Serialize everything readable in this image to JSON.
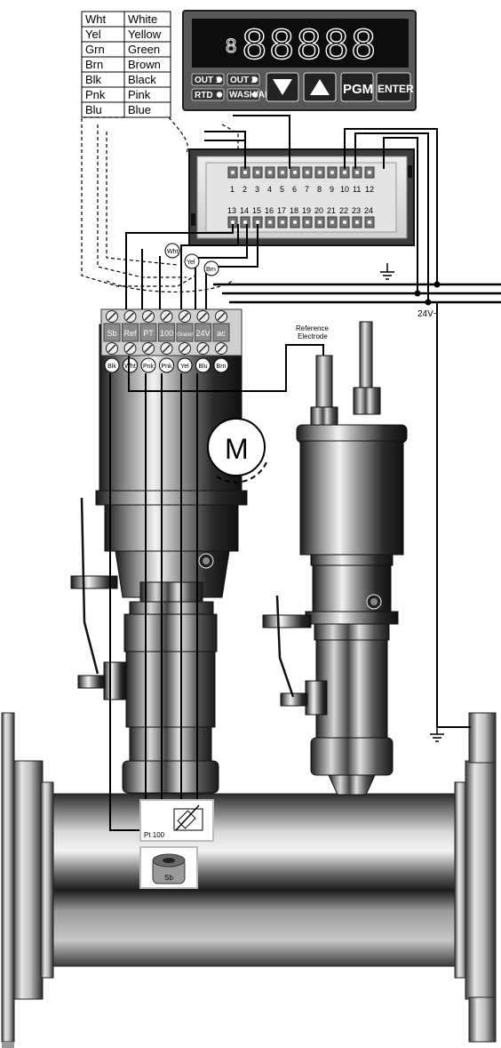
{
  "color_legend": [
    {
      "code": "Wht",
      "name": "White"
    },
    {
      "code": "Yel",
      "name": "Yellow"
    },
    {
      "code": "Grn",
      "name": "Green"
    },
    {
      "code": "Brn",
      "name": "Brown"
    },
    {
      "code": "Blk",
      "name": "Black"
    },
    {
      "code": "Pnk",
      "name": "Pink"
    },
    {
      "code": "Blu",
      "name": "Blue"
    }
  ],
  "meter": {
    "display_prefix": "8",
    "display_digits": "88888",
    "indicators": [
      "OUT 1",
      "OUT 2",
      "RTD",
      "WASH/ALM"
    ],
    "buttons": {
      "down": "▼",
      "up": "▲",
      "pgm": "PGM",
      "enter": "ENTER"
    }
  },
  "terminal_block": {
    "top_numbers": [
      "1",
      "2",
      "3",
      "4",
      "5",
      "6",
      "7",
      "8",
      "9",
      "10",
      "11",
      "12"
    ],
    "bottom_numbers": [
      "13",
      "14",
      "15",
      "16",
      "17",
      "18",
      "19",
      "20",
      "21",
      "22",
      "23",
      "24"
    ]
  },
  "wire_tags_upper": [
    "Wht",
    "Yel",
    "Brn"
  ],
  "supply_label": "24V~",
  "connector_head": {
    "terminals": [
      "Sb",
      "Ref",
      "PT",
      "100",
      "Grand",
      "24V",
      "ac"
    ],
    "wire_tags": [
      "Blk",
      "Wht",
      "Pnk",
      "Pnk",
      "Yel",
      "Blu",
      "Brn"
    ]
  },
  "reference_electrode_label": [
    "Reference",
    "Electrode"
  ],
  "motor_label": "M",
  "pt100_label": "Pt 100",
  "sb_label": "Sb",
  "colors": {
    "meter_body": "#5a5a5a",
    "meter_display": "#111111",
    "digit_outline": "#ffffff",
    "metal_dark": "#2a2a2a",
    "metal_light": "#e8e8e8",
    "wire": "#000000"
  }
}
